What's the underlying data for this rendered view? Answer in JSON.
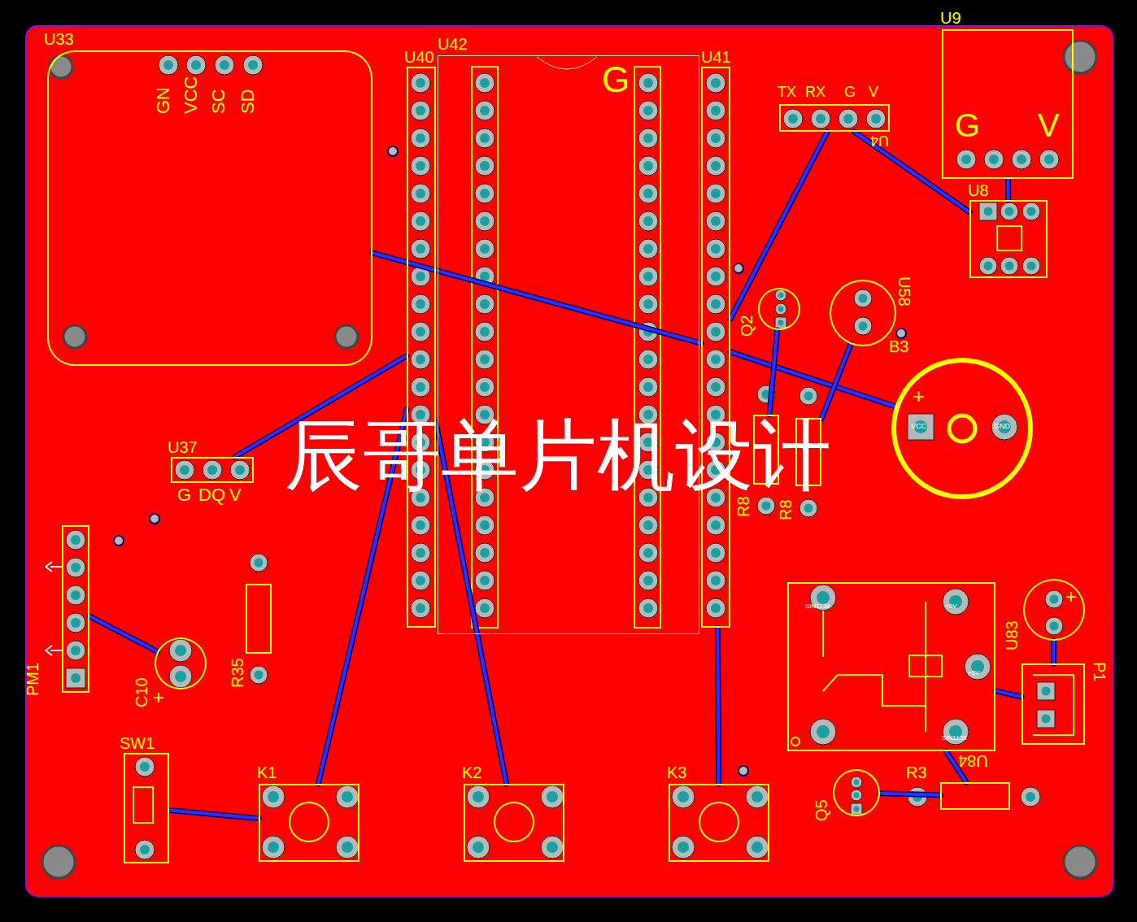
{
  "diagram": {
    "nodes": [
      {
        "text": [
          "U33",
          "GN",
          "VCC",
          "SC",
          "SD"
        ]
      },
      {
        "text": [
          "U40"
        ]
      },
      {
        "text": [
          "U42"
        ]
      },
      {
        "text": [
          "U41"
        ]
      },
      {
        "text": [
          "U4",
          "TX",
          "RX",
          "G",
          "V"
        ]
      },
      {
        "text": [
          "U9",
          "G",
          "V"
        ]
      },
      {
        "text": [
          "U8"
        ]
      },
      {
        "text": [
          "Q2"
        ]
      },
      {
        "text": [
          "U58"
        ]
      },
      {
        "text": [
          "B3",
          "+",
          "VCC",
          "GND"
        ]
      },
      {
        "text": [
          "R8"
        ]
      },
      {
        "text": [
          "R8"
        ]
      },
      {
        "text": [
          "U37",
          "G",
          "DQ",
          "V"
        ]
      },
      {
        "text": [
          "PM1"
        ]
      },
      {
        "text": [
          "C10",
          "+"
        ]
      },
      {
        "text": [
          "R35"
        ]
      },
      {
        "text": [
          "SW1"
        ]
      },
      {
        "text": [
          "K1"
        ]
      },
      {
        "text": [
          "K2"
        ]
      },
      {
        "text": [
          "K3"
        ]
      },
      {
        "text": [
          "U84",
          "SIN1138",
          "+5V",
          "+5V",
          "SIN1138"
        ]
      },
      {
        "text": [
          "U83",
          "+"
        ]
      },
      {
        "text": [
          "P1"
        ]
      },
      {
        "text": [
          "Q5"
        ]
      },
      {
        "text": [
          "R3"
        ]
      }
    ],
    "edges": [
      {
        "from": 0,
        "to": 3,
        "arrow": "none"
      },
      {
        "from": 12,
        "to": 1,
        "arrow": "none"
      },
      {
        "from": 13,
        "to": 14,
        "arrow": "none"
      },
      {
        "from": 16,
        "to": 17,
        "arrow": "none"
      },
      {
        "from": 17,
        "to": 1,
        "arrow": "none"
      },
      {
        "from": 18,
        "to": 1,
        "arrow": "none"
      },
      {
        "from": 19,
        "to": 3,
        "arrow": "none"
      },
      {
        "from": 3,
        "to": 4,
        "arrow": "none"
      },
      {
        "from": 4,
        "to": 6,
        "arrow": "none"
      },
      {
        "from": 5,
        "to": 6,
        "arrow": "none"
      },
      {
        "from": 3,
        "to": 9,
        "arrow": "none"
      },
      {
        "from": 7,
        "to": 10,
        "arrow": "none"
      },
      {
        "from": 8,
        "to": 11,
        "arrow": "none"
      },
      {
        "from": 20,
        "to": 22,
        "arrow": "none"
      },
      {
        "from": 21,
        "to": 22,
        "arrow": "none"
      },
      {
        "from": 24,
        "to": 20,
        "arrow": "none"
      },
      {
        "from": 23,
        "to": 24,
        "arrow": "none"
      }
    ],
    "labels": [
      "G",
      "辰哥单片机设计"
    ]
  }
}
